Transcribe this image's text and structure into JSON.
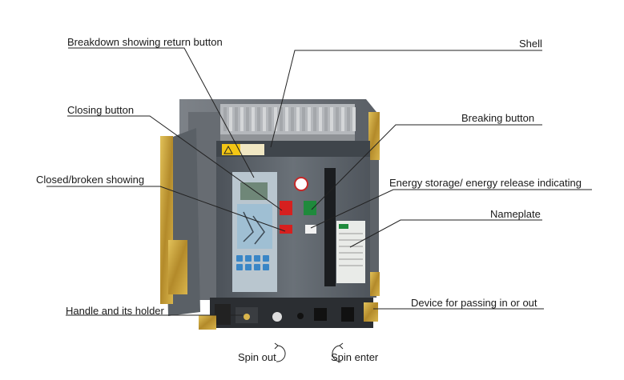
{
  "labels": {
    "breakdown_return": "Breakdown showing return button",
    "shell": "Shell",
    "closing_button": "Closing button",
    "breaking_button": "Breaking button",
    "closed_broken": "Closed/broken showing",
    "energy_storage": "Energy storage/ energy release indicating",
    "nameplate": "Nameplate",
    "handle_holder": "Handle and its holder",
    "device_passing": "Device for passing in or out",
    "spin_out": "Spin out",
    "spin_enter": "Spin enter"
  },
  "colors": {
    "body": "#5d646b",
    "frame": "#6e737a",
    "rail": "#c9a23a",
    "closing": "#d6201f",
    "breaking": "#1f8a3c",
    "panel": "#9fbfd3",
    "warning": "#f3c614",
    "leader": "#222222"
  }
}
